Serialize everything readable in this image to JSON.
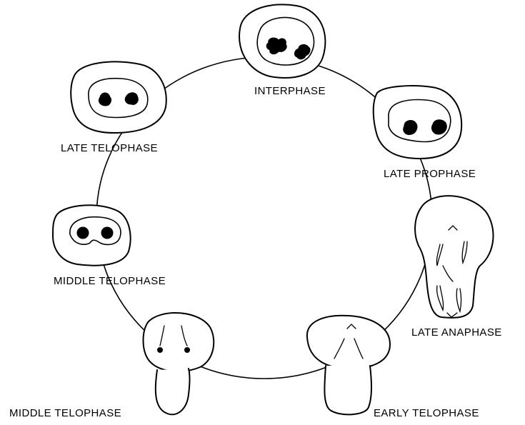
{
  "stages": [
    {
      "id": "interphase",
      "label": "INTERPHASE"
    },
    {
      "id": "late-prophase",
      "label": "LATE PROPHASE"
    },
    {
      "id": "late-anaphase",
      "label": "LATE ANAPHASE"
    },
    {
      "id": "early-telophase",
      "label": "EARLY TELOPHASE"
    },
    {
      "id": "middle-telophase-budding",
      "label": "MIDDLE TELOPHASE"
    },
    {
      "id": "middle-telophase",
      "label": "MIDDLE TELOPHASE"
    },
    {
      "id": "late-telophase",
      "label": "LATE TELOPHASE"
    }
  ],
  "colors": {
    "ink": "#000000",
    "paper": "#ffffff"
  }
}
